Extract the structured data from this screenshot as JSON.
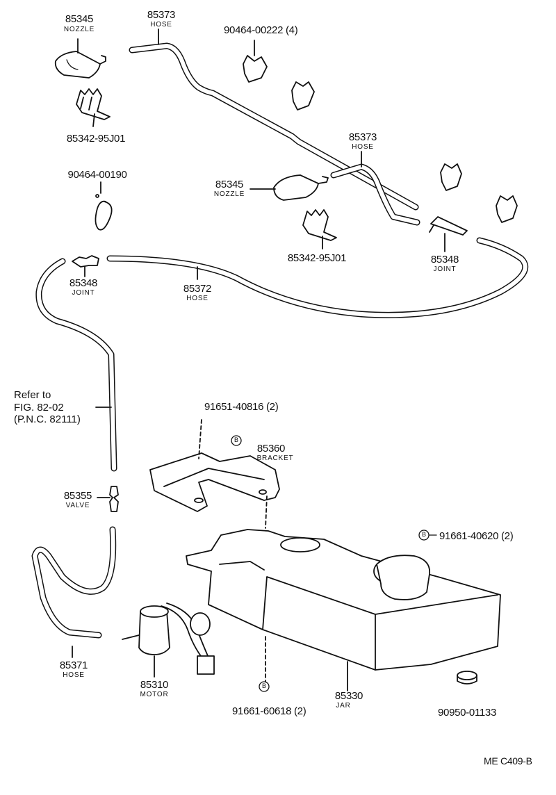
{
  "labels": {
    "nozzle_top": {
      "num": "85345",
      "name": "NOZZLE"
    },
    "hose_top": {
      "num": "85373",
      "name": "HOSE"
    },
    "clip_bolt_top": {
      "num": "90464-00222 (4)"
    },
    "holder_top": {
      "num": "85342-95J01"
    },
    "clip_small": {
      "num": "90464-00190"
    },
    "hose_right": {
      "num": "85373",
      "name": "HOSE"
    },
    "nozzle_mid": {
      "num": "85345",
      "name": "NOZZLE"
    },
    "holder_mid": {
      "num": "85342-95J01"
    },
    "joint_right": {
      "num": "85348",
      "name": "JOINT"
    },
    "joint_left": {
      "num": "85348",
      "name": "JOINT"
    },
    "hose_long": {
      "num": "85372",
      "name": "HOSE"
    },
    "refer": {
      "line1": "Refer to",
      "line2": "FIG. 82-02",
      "line3": "(P.N.C. 82111)"
    },
    "bolt_bracket": {
      "num": "91651-40816 (2)",
      "mark": "B"
    },
    "bracket": {
      "num": "85360",
      "name": "BRACKET"
    },
    "valve": {
      "num": "85355",
      "name": "VALVE"
    },
    "bolt_cap": {
      "num": "91661-40620 (2)",
      "mark": "B"
    },
    "hose_lower": {
      "num": "85371",
      "name": "HOSE"
    },
    "motor": {
      "num": "85310",
      "name": "MOTOR"
    },
    "bolt_jar": {
      "num": "91661-60618 (2)",
      "mark": "B"
    },
    "jar": {
      "num": "85330",
      "name": "JAR"
    },
    "plug": {
      "num": "90950-01133"
    },
    "figure_code": "ME  C409-B"
  }
}
